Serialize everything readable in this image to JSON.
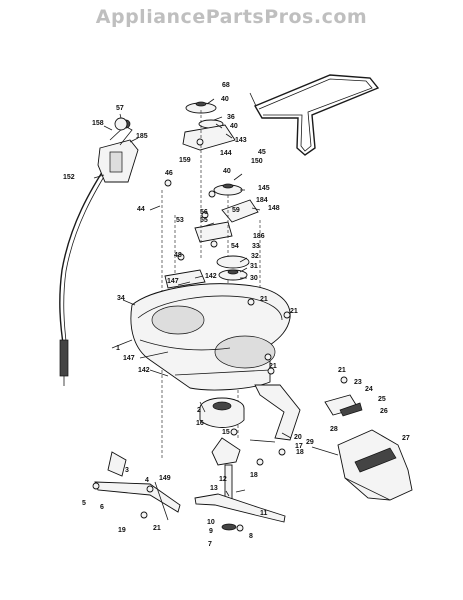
{
  "watermark": "AppliancePartsPros.com",
  "part_numbers": [
    "68",
    "40",
    "36",
    "57",
    "158",
    "185",
    "40",
    "143",
    "45",
    "150",
    "159",
    "144",
    "152",
    "46",
    "40",
    "145",
    "184",
    "148",
    "44",
    "56",
    "59",
    "55",
    "53",
    "186",
    "33",
    "48",
    "54",
    "32",
    "31",
    "30",
    "142",
    "147",
    "21",
    "34",
    "21",
    "1",
    "147",
    "21",
    "21",
    "142",
    "23",
    "24",
    "25",
    "26",
    "2",
    "28",
    "27",
    "16",
    "15",
    "20",
    "17",
    "18",
    "29",
    "18",
    "3",
    "4",
    "149",
    "5",
    "6",
    "13",
    "12",
    "19",
    "21",
    "10",
    "11",
    "9",
    "8",
    "7"
  ]
}
